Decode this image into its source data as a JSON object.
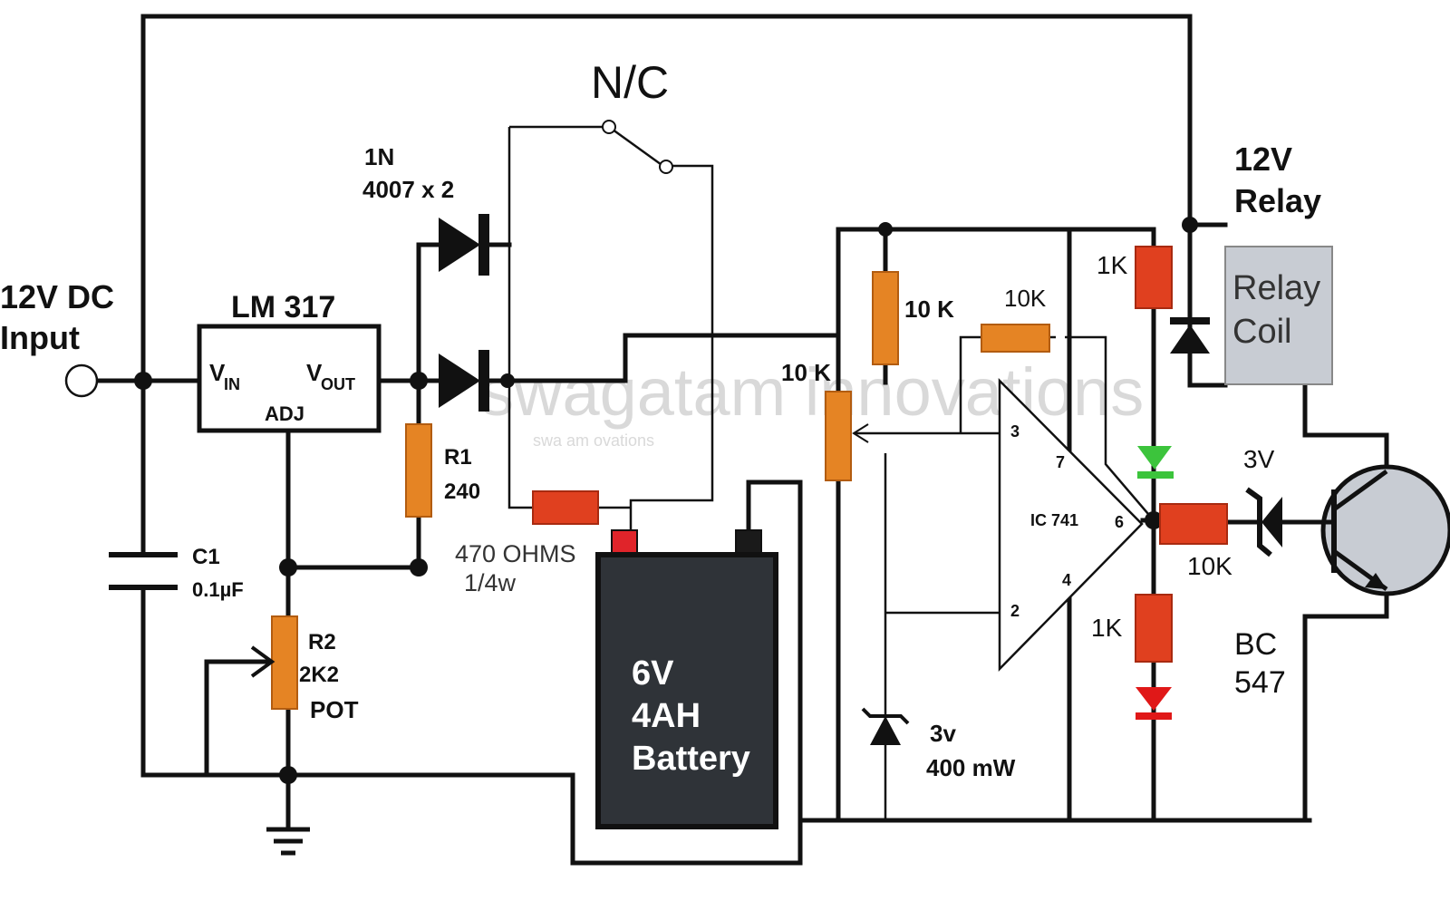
{
  "diagram": {
    "watermark": "swagatam innovations",
    "watermark_small": "swa   am       ovations",
    "input": {
      "line1": "12V DC",
      "line2": "Input"
    },
    "regulator": {
      "name": "LM 317",
      "vin": "V",
      "vin_sub": "IN",
      "vout": "V",
      "vout_sub": "OUT",
      "adj": "ADJ"
    },
    "diodes": {
      "line1": "1N",
      "line2": "4007 x 2"
    },
    "switch": {
      "label": "N/C"
    },
    "r1": {
      "name": "R1",
      "value": "240"
    },
    "c1": {
      "name": "C1",
      "value": "0.1µF"
    },
    "r2": {
      "name": "R2",
      "value": "2K2",
      "type": "POT"
    },
    "r_charge": {
      "value": "470 OHMS",
      "rating": "1/4w"
    },
    "battery": {
      "line1": "6V",
      "line2": "4AH",
      "line3": "Battery"
    },
    "preset": {
      "value": "10 K"
    },
    "r_divider": {
      "value": "10 K"
    },
    "r_feedback": {
      "value": "10K"
    },
    "zener": {
      "value": "3v",
      "rating": "400 mW"
    },
    "opamp": {
      "name": "IC 741",
      "pin3": "3",
      "pin2": "2",
      "pin7": "7",
      "pin4": "4",
      "pin6": "6"
    },
    "led_r_top": {
      "value": "1K"
    },
    "led_r_bottom": {
      "value": "1K"
    },
    "base_r": {
      "value": "10K"
    },
    "zener_base": {
      "value": "3V"
    },
    "relay": {
      "line1": "12V",
      "line2": "Relay",
      "coil1": "Relay",
      "coil2": "Coil"
    },
    "transistor": {
      "line1": "BC",
      "line2": "547"
    },
    "colors": {
      "orange": "#e58424",
      "red": "#e0401f",
      "battery": "#2f3338",
      "relay_coil": "#c8ccd3",
      "led_green": "#3cc43c",
      "led_red": "#e01818"
    }
  }
}
